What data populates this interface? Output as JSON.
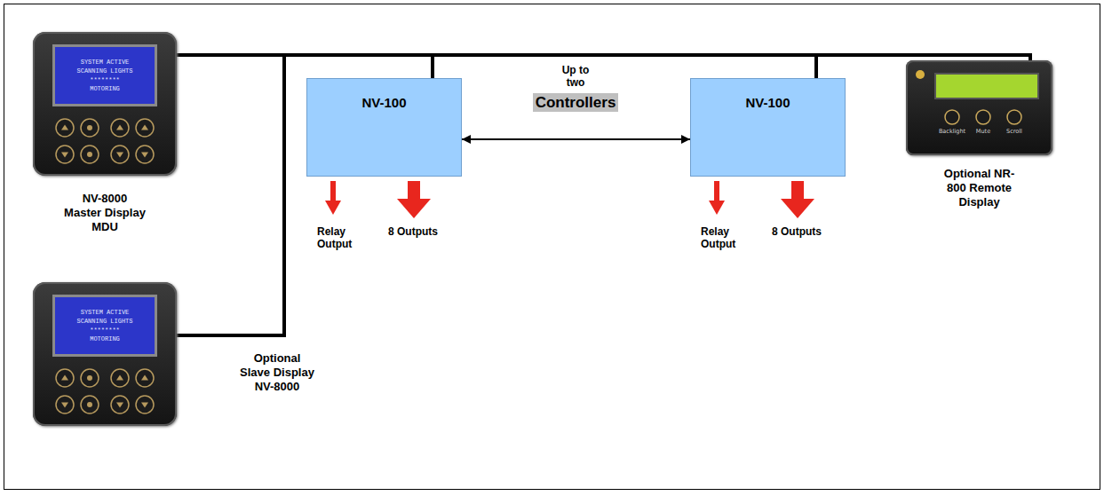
{
  "diagram": {
    "nodes": [
      {
        "text": [
          "SYSTEM ACTIVE",
          "SCANNING LIGHTS",
          "********",
          "MOTORING",
          "NV-8000 Master Display MDU"
        ]
      },
      {
        "text": [
          "NV-100"
        ]
      },
      {
        "text": [
          "NV-100"
        ]
      },
      {
        "text": [
          "Backlight",
          "Mute",
          "Scroll",
          "Optional NR-800 Remote Display"
        ]
      },
      {
        "text": [
          "SYSTEM ACTIVE",
          "SCANNING LIGHTS",
          "********",
          "MOTORING",
          "Optional Slave Display NV-8000"
        ]
      }
    ],
    "edges": [
      {
        "from": 0,
        "to": 1,
        "arrow": "none"
      },
      {
        "from": 0,
        "to": 2,
        "arrow": "none"
      },
      {
        "from": 0,
        "to": 3,
        "arrow": "none"
      },
      {
        "from": 0,
        "to": 4,
        "arrow": "none"
      },
      {
        "from": 1,
        "to": 2,
        "arrow": "both"
      }
    ],
    "labels": [
      "Up to two",
      "Controllers",
      "Relay Output",
      "8 Outputs",
      "Relay Output",
      "8 Outputs"
    ]
  }
}
